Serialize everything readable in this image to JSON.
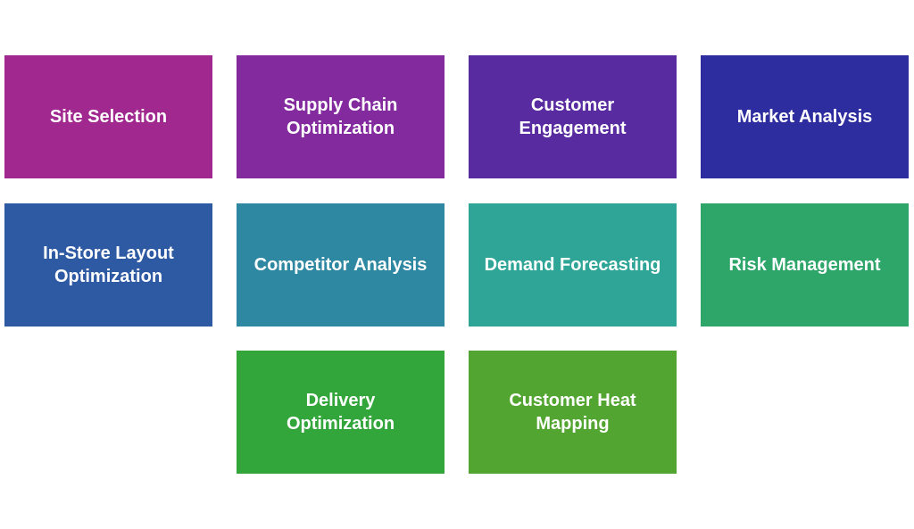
{
  "boxes": [
    {
      "label": "Site Selection",
      "color": "#A0288F"
    },
    {
      "label": "Supply Chain Optimization",
      "color": "#832A9E"
    },
    {
      "label": "Customer Engagement",
      "color": "#582BA0"
    },
    {
      "label": "Market Analysis",
      "color": "#2E2DA0"
    },
    {
      "label": "In-Store Layout Optimization",
      "color": "#2D5AA2"
    },
    {
      "label": "Competitor Analysis",
      "color": "#2E88A2"
    },
    {
      "label": "Demand Forecasting",
      "color": "#2EA596"
    },
    {
      "label": "Risk Management",
      "color": "#2EA66A"
    },
    {
      "label": "Delivery Optimization",
      "color": "#32A53B"
    },
    {
      "label": "Customer Heat Mapping",
      "color": "#52A530"
    }
  ]
}
